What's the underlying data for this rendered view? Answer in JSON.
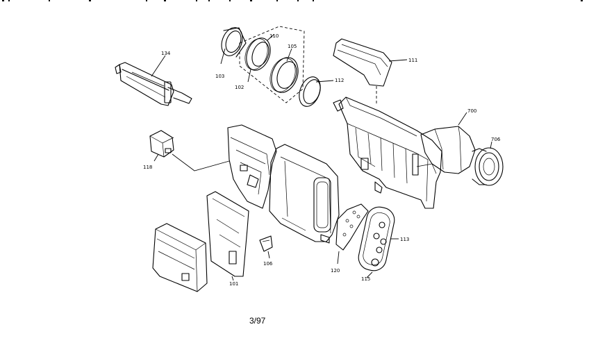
{
  "diagram": {
    "part_labels": {
      "p134": "134",
      "p103": "103",
      "p110": "110",
      "p105": "105",
      "p102": "102",
      "p112": "112",
      "p111": "111",
      "p700": "700",
      "p706": "706",
      "p118": "118",
      "p113": "113",
      "p120": "120",
      "p106": "106",
      "p101": "101",
      "p115": "115"
    },
    "footer_date": "3/97"
  }
}
